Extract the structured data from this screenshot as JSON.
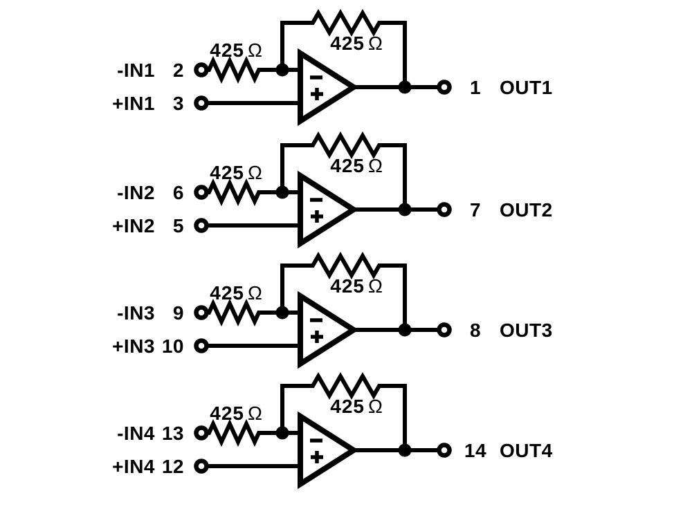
{
  "figure": {
    "background_color": "#ffffff",
    "line_color": "#000000",
    "opamp_inverting_symbol": "-",
    "opamp_noninverting_symbol": "+",
    "description_visible_text_only": ""
  },
  "stages": [
    {
      "inverting_input": {
        "name": "-IN1",
        "pin": "2"
      },
      "noninverting_input": {
        "name": "+IN1",
        "pin": "3"
      },
      "output": {
        "pin": "1",
        "name": "OUT1"
      },
      "input_resistor": {
        "value": "425",
        "unit": "Ω"
      },
      "feedback_resistor": {
        "value": "425",
        "unit": "Ω"
      }
    },
    {
      "inverting_input": {
        "name": "-IN2",
        "pin": "6"
      },
      "noninverting_input": {
        "name": "+IN2",
        "pin": "5"
      },
      "output": {
        "pin": "7",
        "name": "OUT2"
      },
      "input_resistor": {
        "value": "425",
        "unit": "Ω"
      },
      "feedback_resistor": {
        "value": "425",
        "unit": "Ω"
      }
    },
    {
      "inverting_input": {
        "name": "-IN3",
        "pin": "9"
      },
      "noninverting_input": {
        "name": "+IN3",
        "pin": "10"
      },
      "output": {
        "pin": "8",
        "name": "OUT3"
      },
      "input_resistor": {
        "value": "425",
        "unit": "Ω"
      },
      "feedback_resistor": {
        "value": "425",
        "unit": "Ω"
      }
    },
    {
      "inverting_input": {
        "name": "-IN4",
        "pin": "13"
      },
      "noninverting_input": {
        "name": "+IN4",
        "pin": "12"
      },
      "output": {
        "pin": "14",
        "name": "OUT4"
      },
      "input_resistor": {
        "value": "425",
        "unit": "Ω"
      },
      "feedback_resistor": {
        "value": "425",
        "unit": "Ω"
      }
    }
  ]
}
